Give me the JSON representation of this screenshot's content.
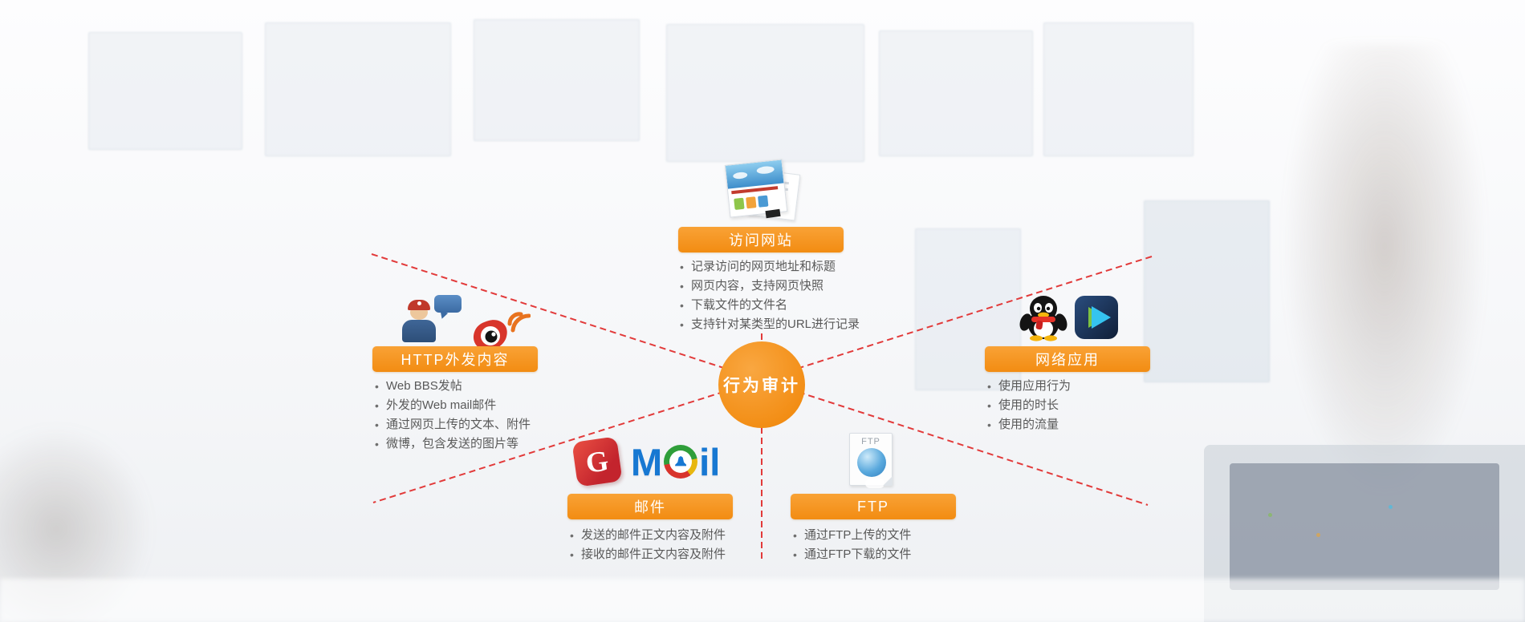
{
  "colors": {
    "accent": "#f7941e",
    "dash_line": "#e23a3a",
    "bullet_text": "#595959",
    "button_text": "#ffffff"
  },
  "center": {
    "label": "行为审计"
  },
  "icons": {
    "visit_site": "browser-pages-icon",
    "http_outgoing": [
      "bbs-user-icon",
      "weibo-icon"
    ],
    "network_apps": [
      "qq-icon",
      "tencent-video-icon"
    ],
    "mail": "gmail-logo",
    "ftp": "ftp-file-icon"
  },
  "sections": {
    "visit_site": {
      "title": "访问网站",
      "bullets": [
        "记录访问的网页地址和标题",
        "网页内容，支持网页快照",
        "下载文件的文件名",
        "支持针对某类型的URL进行记录"
      ]
    },
    "http_outgoing": {
      "title": "HTTP外发内容",
      "bullets": [
        "Web BBS发帖",
        "外发的Web mail邮件",
        "通过网页上传的文本、附件",
        "微博，包含发送的图片等"
      ]
    },
    "network_apps": {
      "title": "网络应用",
      "bullets": [
        "使用应用行为",
        "使用的时长",
        "使用的流量"
      ]
    },
    "mail": {
      "title": "邮件",
      "logo_g": "G",
      "logo_m": "M",
      "logo_il": "il",
      "bullets": [
        "发送的邮件正文内容及附件",
        "接收的邮件正文内容及附件"
      ]
    },
    "ftp": {
      "title": "FTP",
      "icon_label": "FTP",
      "bullets": [
        "通过FTP上传的文件",
        "通过FTP下载的文件"
      ]
    }
  }
}
